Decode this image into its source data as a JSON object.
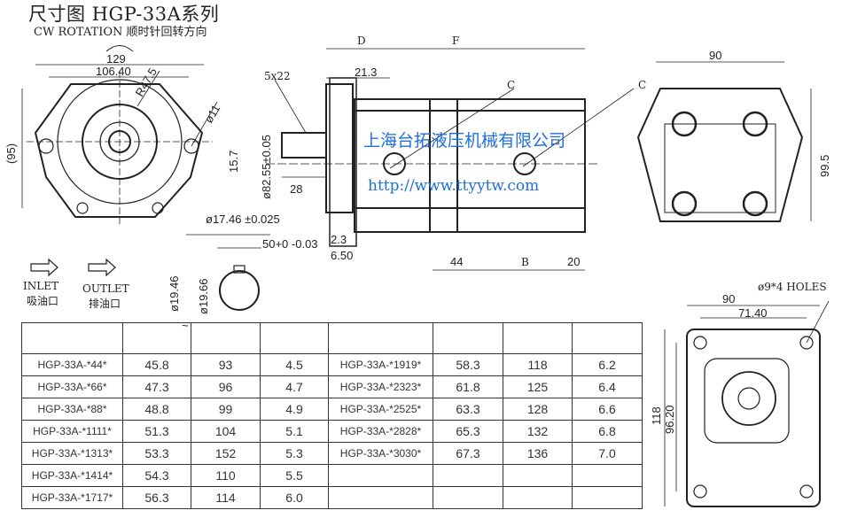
{
  "title": "尺寸图 HGP-33A系列",
  "subtitle": "CW ROTATION 顺时针回转方向",
  "front_view": {
    "dim_129": "129",
    "dim_106": "106.40",
    "radius": "R47.5",
    "hole": "ø11",
    "height": "(95)"
  },
  "side_view": {
    "key": "5x22",
    "pilot_dia": "ø82.55±0.05",
    "key_h": "15.7",
    "shaft_len": "28",
    "d_label": "D",
    "f_label": "F",
    "dim_21": "21.3",
    "c_label_1": "C",
    "c_label_2": "C",
    "dim_2_3": "2.3",
    "dim_6_50": "6.50",
    "dim_44": "44",
    "b_label": "B",
    "dim_20": "20"
  },
  "shaft_detail": {
    "dia_tol": "ø17.46 ±0.025",
    "key_w": "50+0 -0.03",
    "dia_range_1": "ø19.46",
    "tilde": "~",
    "dia_range_2": "ø19.66"
  },
  "rear_view": {
    "width": "90",
    "height": "99.5"
  },
  "port_view": {
    "holes": "ø9*4 HOLES",
    "width": "90",
    "inner": "71.40",
    "height": "118",
    "inner_h": "96.20"
  },
  "legend": {
    "inlet": "INLET",
    "inlet_cn": "吸油口",
    "outlet": "OUTLET",
    "outlet_cn": "排油口"
  },
  "watermark": {
    "company": "上海台拓液压机械有限公司",
    "url": "http://www.ttyytw.com"
  },
  "table": {
    "rows": [
      [
        "HGP-33A-*44*",
        "45.8",
        "93",
        "4.5",
        "HGP-33A-*1919*",
        "58.3",
        "118",
        "6.2"
      ],
      [
        "HGP-33A-*66*",
        "47.3",
        "96",
        "4.7",
        "HGP-33A-*2323*",
        "61.8",
        "125",
        "6.4"
      ],
      [
        "HGP-33A-*88*",
        "48.8",
        "99",
        "4.9",
        "HGP-33A-*2525*",
        "63.3",
        "128",
        "6.6"
      ],
      [
        "HGP-33A-*1111*",
        "51.3",
        "104",
        "5.1",
        "HGP-33A-*2828*",
        "65.3",
        "132",
        "6.8"
      ],
      [
        "HGP-33A-*1313*",
        "53.3",
        "152",
        "5.3",
        "HGP-33A-*3030*",
        "67.3",
        "136",
        "7.0"
      ],
      [
        "HGP-33A-*1414*",
        "54.3",
        "110",
        "5.5",
        "",
        "",
        "",
        ""
      ],
      [
        "HGP-33A-*1717*",
        "56.3",
        "114",
        "6.0",
        "",
        "",
        "",
        ""
      ]
    ]
  }
}
